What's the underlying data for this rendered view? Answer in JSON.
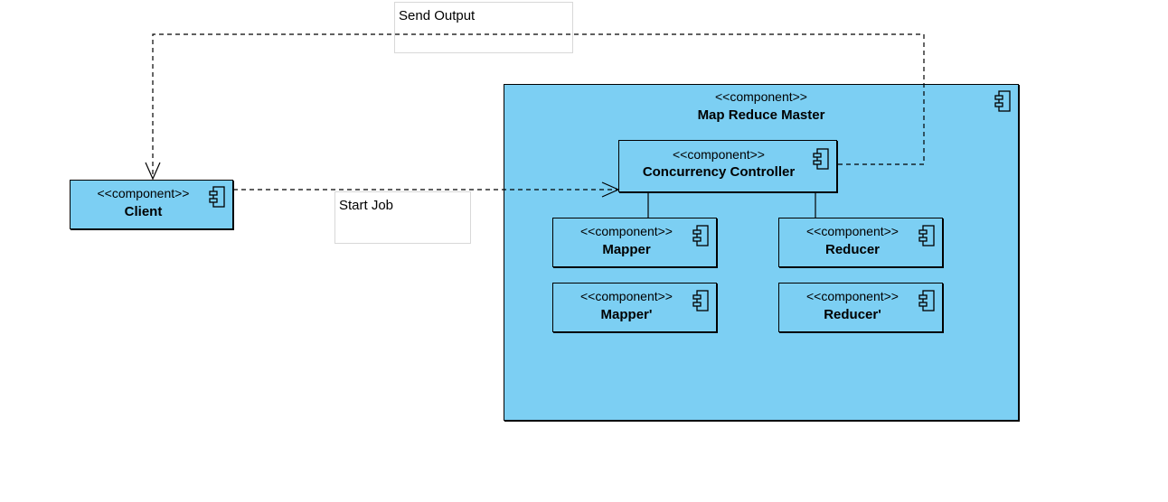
{
  "notes": {
    "send_output": "Send Output",
    "start_job": "Start Job"
  },
  "components": {
    "client": {
      "stereotype": "<<component>>",
      "name": "Client"
    },
    "master": {
      "stereotype": "<<component>>",
      "name": "Map Reduce Master"
    },
    "controller": {
      "stereotype": "<<component>>",
      "name": "Concurrency Controller"
    },
    "mapper": {
      "stereotype": "<<component>>",
      "name": "Mapper"
    },
    "reducer": {
      "stereotype": "<<component>>",
      "name": "Reducer"
    },
    "mapper2": {
      "stereotype": "<<component>>",
      "name": "Mapper'"
    },
    "reducer2": {
      "stereotype": "<<component>>",
      "name": "Reducer'"
    }
  },
  "colors": {
    "component_fill": "#7ccff3",
    "stroke": "#000000"
  },
  "icons": [
    "component-icon"
  ]
}
